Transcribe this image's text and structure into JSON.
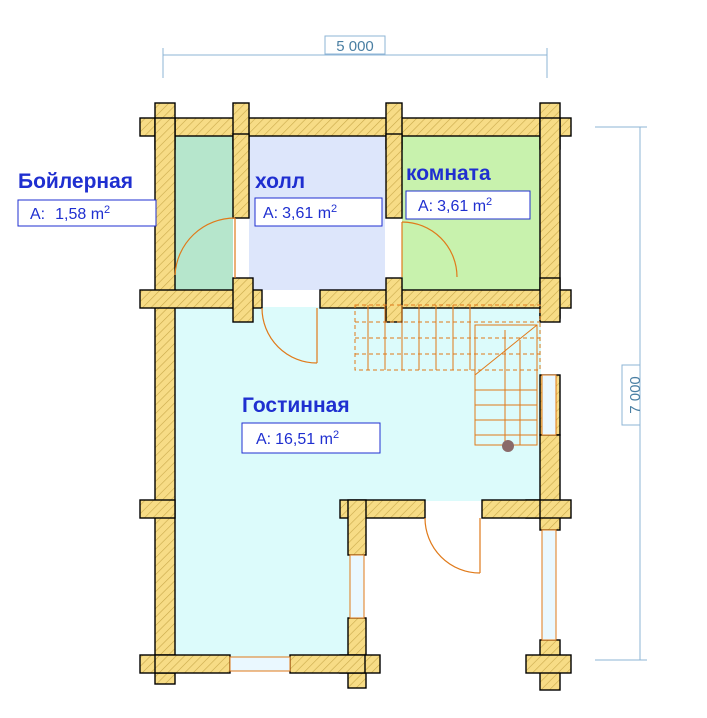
{
  "dimensions": {
    "width_label": "5 000",
    "height_label": "7 000"
  },
  "rooms": {
    "boiler": {
      "name": "Бойлерная",
      "area_prefix": "A:",
      "area_value": "1,58 m",
      "area_sup": "2"
    },
    "hall": {
      "name": "холл",
      "area_prefix": "A:",
      "area_value": "3,61 m",
      "area_sup": "2"
    },
    "room": {
      "name": "комната",
      "area_prefix": "A:",
      "area_value": "3,61 m",
      "area_sup": "2"
    },
    "living": {
      "name": "Гостинная",
      "area_prefix": "A:",
      "area_value": "16,51 m",
      "area_sup": "2"
    }
  },
  "colors": {
    "wall": "#f7dc86",
    "wall_outline": "#000000",
    "wall_hatch": "#b79a3a",
    "boiler_fill": "#b6e6cc",
    "hall_fill": "#dde6fb",
    "room_fill": "#c8f2ad",
    "living_fill": "#dcfbfb",
    "door": "#e07a1a",
    "text": "#1f2fd0",
    "dimension": "#8eb4d6"
  }
}
